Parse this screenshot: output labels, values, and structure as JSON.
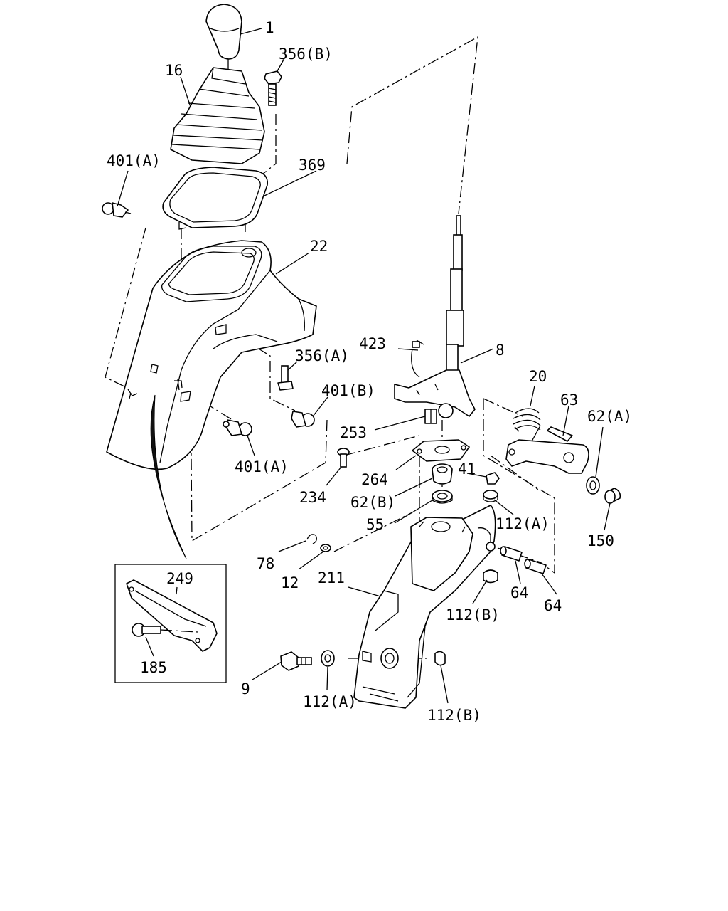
{
  "labels": {
    "p1": "1",
    "p356b": "356(B)",
    "p16": "16",
    "p401a_top": "401(A)",
    "p369": "369",
    "p22": "22",
    "p423": "423",
    "p8": "8",
    "p356a": "356(A)",
    "p401b": "401(B)",
    "p20": "20",
    "p63": "63",
    "p62a": "62(A)",
    "p253": "253",
    "p401a_mid": "401(A)",
    "p264": "264",
    "p41": "41",
    "p234": "234",
    "p62b": "62(B)",
    "p112a_right": "112(A)",
    "p150": "150",
    "p55": "55",
    "p78": "78",
    "p249": "249",
    "p12": "12",
    "p211": "211",
    "p64_a": "64",
    "p64_b": "64",
    "p112b_right": "112(B)",
    "p185": "185",
    "p9": "9",
    "p112a_bottom": "112(A)",
    "p112b_bottom": "112(B)"
  }
}
